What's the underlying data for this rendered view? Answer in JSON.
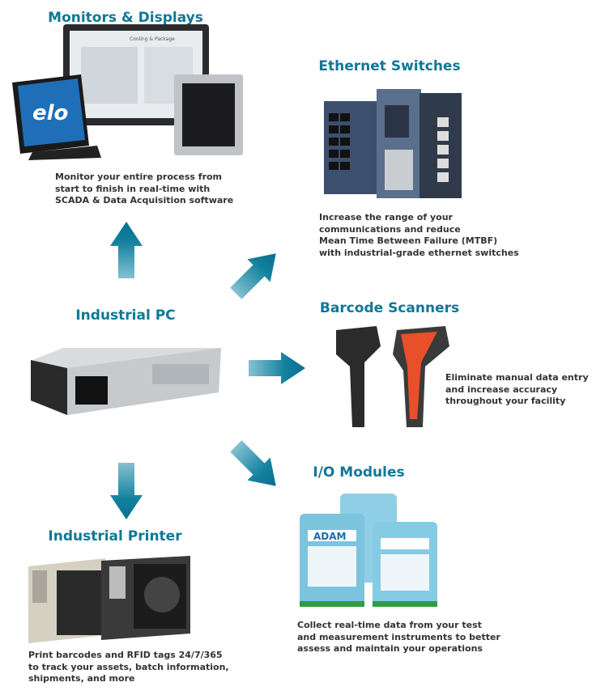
{
  "colors": {
    "accent": "#0f7896",
    "text": "#333333"
  },
  "center": {
    "title": "Industrial PC"
  },
  "nodes": {
    "monitors": {
      "title": "Monitors & Displays",
      "description": [
        "Monitor your entire process from",
        "start to finish in real-time with",
        "SCADA & Data Acquisition software"
      ],
      "screen_title": "Cooling & Package",
      "brand": "elo"
    },
    "ethernet": {
      "title": "Ethernet Switches",
      "description": [
        "Increase the range of your",
        "communications and reduce",
        "Mean Time Between Failure (MTBF)",
        "with industrial-grade ethernet switches"
      ]
    },
    "barcode": {
      "title": "Barcode Scanners",
      "description": [
        "Eliminate manual data entry",
        "and increase accuracy",
        "throughout your facility"
      ]
    },
    "io": {
      "title": "I/O Modules",
      "description": [
        "Collect real-time data from your test",
        "and measurement instruments to better",
        "assess and maintain your operations"
      ],
      "brand": "ADAM"
    },
    "printer": {
      "title": "Industrial Printer",
      "description": [
        "Print barcodes and RFID tags 24/7/365",
        "to track your assets, batch information,",
        "shipments, and more"
      ]
    }
  }
}
